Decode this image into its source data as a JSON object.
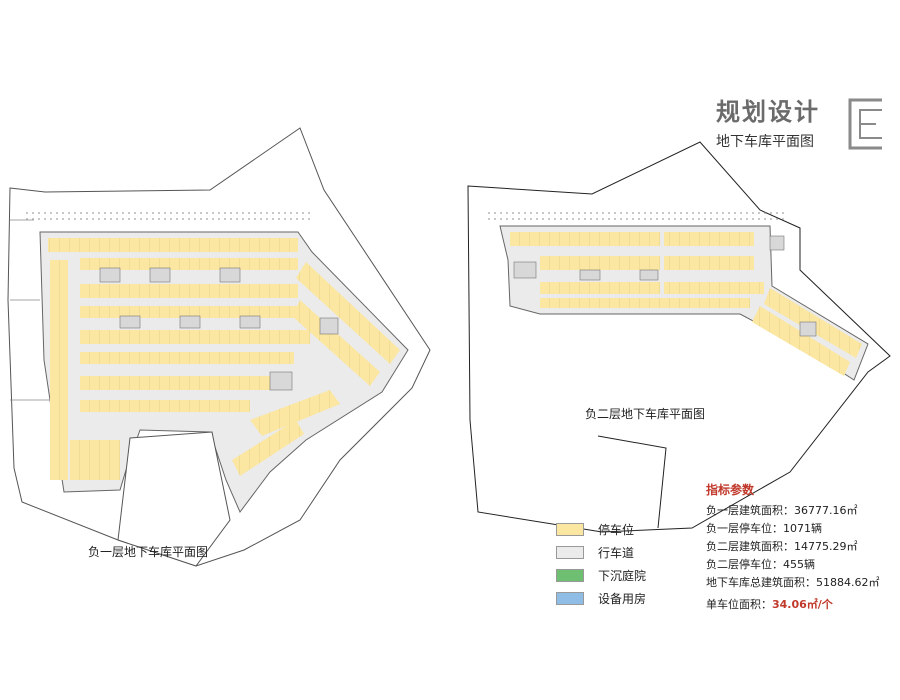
{
  "header": {
    "title": "规划设计",
    "subtitle": "地下车库平面图"
  },
  "plans": {
    "level1_caption": "负一层地下车库平面图",
    "level2_caption": "负二层地下车库平面图"
  },
  "legend": {
    "items": [
      {
        "label": "停车位",
        "color": "#fbe7a1"
      },
      {
        "label": "行车道",
        "color": "#ebebeb"
      },
      {
        "label": "下沉庭院",
        "color": "#6fbf73"
      },
      {
        "label": "设备用房",
        "color": "#8fbde6"
      }
    ]
  },
  "metrics": {
    "title": "指标参数",
    "rows": [
      "负一层建筑面积：36777.16㎡",
      "负一层停车位：1071辆",
      "负二层建筑面积：14775.29㎡",
      "负二层停车位：455辆",
      "地下车库总建筑面积：51884.62㎡"
    ],
    "per_space_label": "单车位面积：",
    "per_space_value": "34.06㎡/个"
  },
  "colors": {
    "parking": "#fbe7a1",
    "lane": "#ebebeb",
    "outline": "#555555",
    "accent": "#c0392b"
  }
}
